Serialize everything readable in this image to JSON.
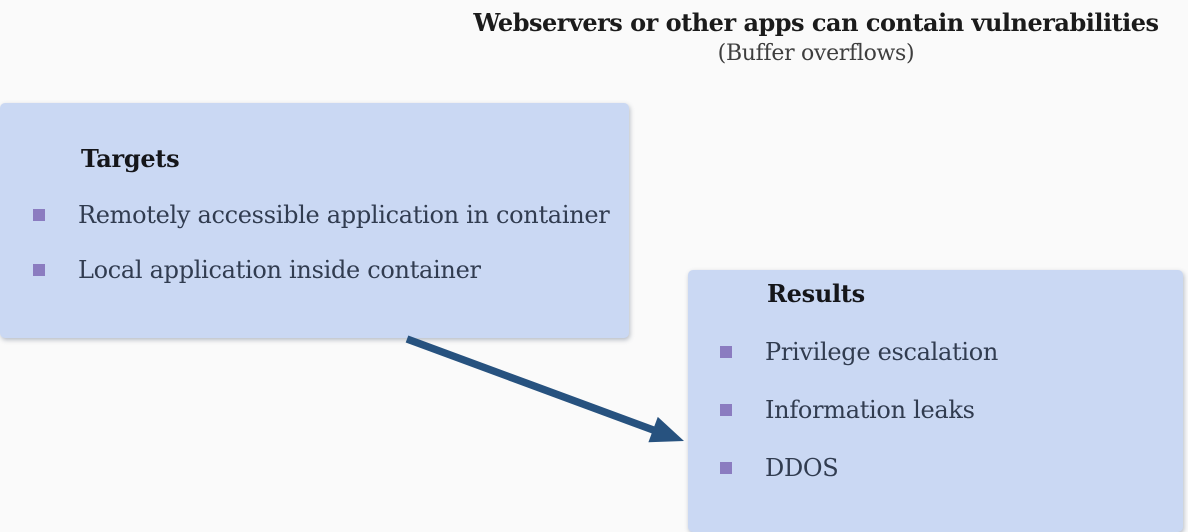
{
  "theme": {
    "page_bg": "#fafafa",
    "box_bg": "#cad8f3",
    "bullet_color": "#8b7cc0",
    "arrow_color": "#27527f",
    "heading_color": "#15161a",
    "body_text_color": "#313c50",
    "title_color": "#1b1b1b",
    "subtitle_color": "#3e3e3e"
  },
  "title": {
    "main": "Webservers or other apps can contain vulnerabilities",
    "subtitle": "(Buffer overflows)"
  },
  "targets_box": {
    "heading": "Targets",
    "items": [
      "Remotely accessible application in container",
      "Local application inside container"
    ]
  },
  "results_box": {
    "heading": "Results",
    "items": [
      "Privilege escalation",
      "Information leaks",
      "DDOS"
    ]
  },
  "arrow": {
    "from_box": "targets",
    "to_box": "results"
  }
}
